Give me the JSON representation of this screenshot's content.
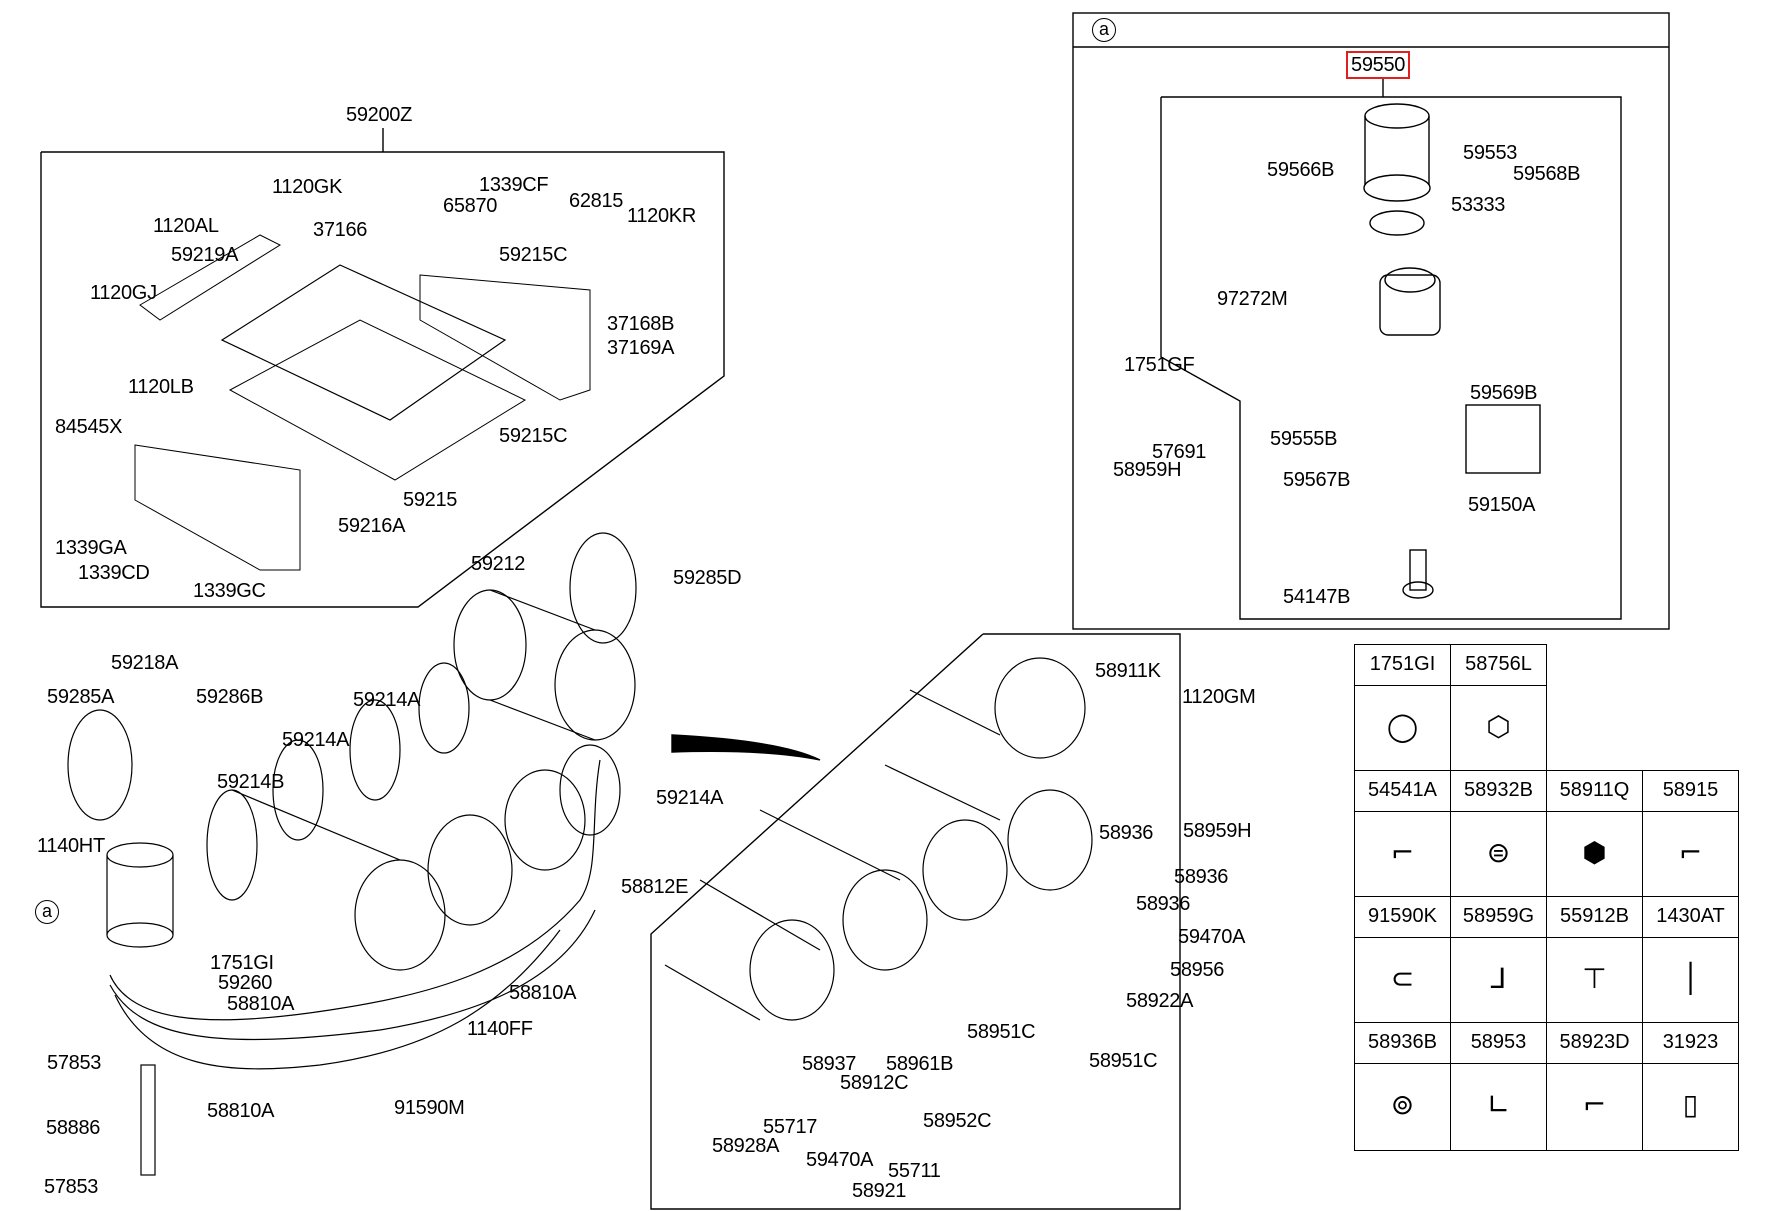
{
  "figure": {
    "title_assembly": "59200Z",
    "detail_marker": "a",
    "highlighted_part": "59550",
    "accent_color": "#e0201c"
  },
  "top_left_panel": {
    "header": "59200Z",
    "labels": [
      "1120GK",
      "1339CF",
      "65870",
      "62815",
      "1120KR",
      "1120AL",
      "37166",
      "59219A",
      "59215C",
      "1120GJ",
      "37168B",
      "37169A",
      "1120LB",
      "59215C",
      "84545X",
      "59215",
      "59216A",
      "1339GA",
      "1339CD",
      "1339GC"
    ]
  },
  "detail_a_panel": {
    "marker": "a",
    "assembly": "59550",
    "labels": [
      "59553",
      "59566B",
      "59568B",
      "53333",
      "97272M",
      "1751GF",
      "59569B",
      "57691",
      "59555B",
      "58959H",
      "59567B",
      "59150A",
      "54147B"
    ]
  },
  "tank_panel": {
    "labels": [
      "59212",
      "59285D",
      "59218A",
      "59285A",
      "59286B",
      "59214A",
      "59214A",
      "59214A",
      "59214B",
      "1140HT",
      "58812E",
      "1751GI",
      "59260",
      "58810A",
      "58810A",
      "1140FF",
      "57853",
      "58810A",
      "91590M",
      "58886",
      "57853"
    ],
    "detail_callout": "a"
  },
  "fittings_panel": {
    "labels": [
      "58911K",
      "1120GM",
      "58936",
      "58959H",
      "58936",
      "58936",
      "59470A",
      "58956",
      "58922A",
      "58951C",
      "58951C",
      "58937",
      "58961B",
      "58912C",
      "58952C",
      "58928A",
      "55717",
      "59470A",
      "55711",
      "58921"
    ]
  },
  "legend_table": {
    "rows": [
      [
        "1751GI",
        "58756L"
      ],
      [
        "54541A",
        "58932B",
        "58911Q",
        "58915"
      ],
      [
        "91590K",
        "58959G",
        "55912B",
        "1430AT"
      ],
      [
        "58936B",
        "58953",
        "58923D",
        "31923"
      ]
    ],
    "icons": [
      [
        "o-ring-icon",
        "cap-nut-icon"
      ],
      [
        "elbow-fitting-icon",
        "connector-fitting-icon",
        "plug-icon",
        "elbow-fitting-icon"
      ],
      [
        "pipe-clamp-icon",
        "swivel-elbow-icon",
        "tee-fitting-icon",
        "pin-icon"
      ],
      [
        "nut-fitting-icon",
        "elbow-union-icon",
        "elbow-fitting-icon",
        "bracket-icon"
      ]
    ]
  }
}
